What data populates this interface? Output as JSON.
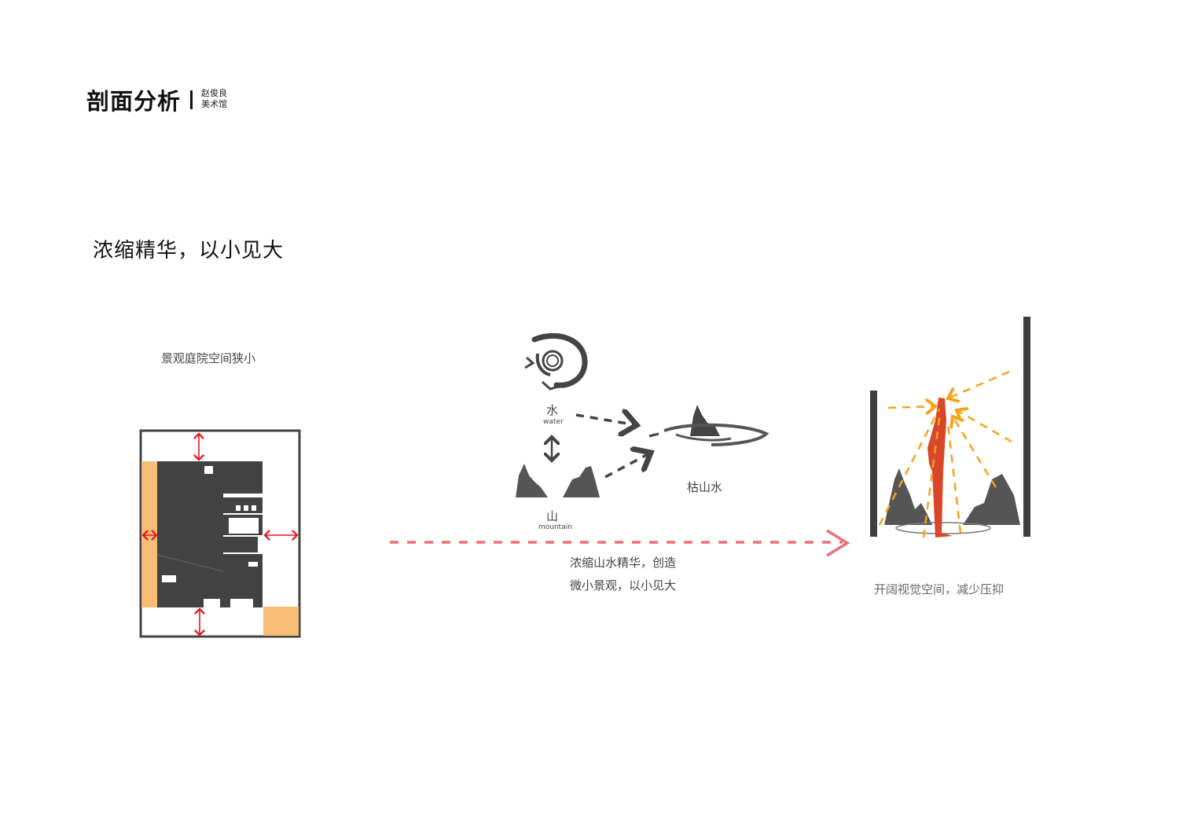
{
  "header": {
    "title": "剖面分析",
    "subtitle_line1": "赵俊良",
    "subtitle_line2": "美术馆"
  },
  "section_heading": "浓缩精华，以小见大",
  "left_panel": {
    "caption": "景观庭院空间狭小"
  },
  "middle_panel": {
    "water_cn": "水",
    "water_en": "water",
    "mountain_cn": "山",
    "mountain_en": "mountain",
    "dry_landscape": "枯山水",
    "caption_line1": "浓缩山水精华，创造",
    "caption_line2": "微小景观，以小见大"
  },
  "right_panel": {
    "caption": "开阔视觉空间，减少压抑"
  },
  "colors": {
    "dark_mass": "#424242",
    "orange_zone": "#f7bd77",
    "red_arrow": "#e8141c",
    "pink_dashed": "#ee6f78",
    "sightline": "#f7a21b",
    "figure": "#d9472b"
  }
}
